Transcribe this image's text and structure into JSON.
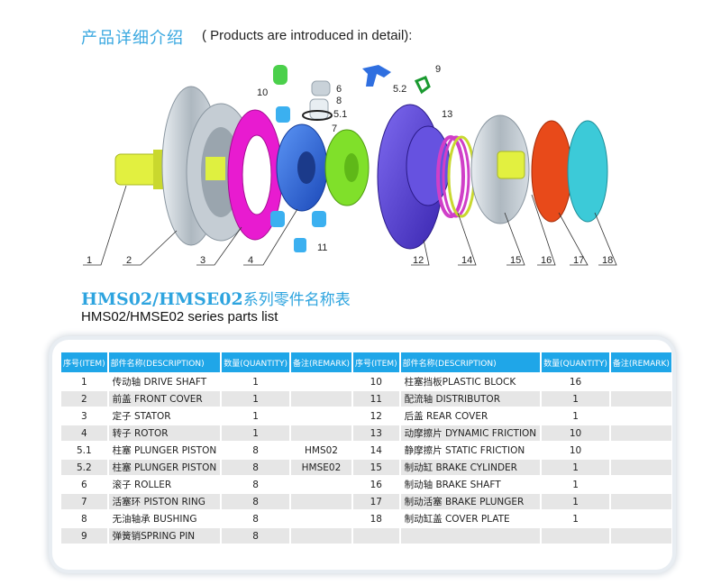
{
  "header": {
    "title_cn": "产品详细介绍",
    "title_en": "( Products are introduced in detail):"
  },
  "diagram": {
    "callouts": [
      "1",
      "2",
      "3",
      "4",
      "5.1",
      "5.2",
      "6",
      "7",
      "8",
      "9",
      "10",
      "11",
      "12",
      "13",
      "14",
      "15",
      "16",
      "17",
      "18"
    ],
    "colors": {
      "silver": "#b9c2c9",
      "magenta": "#e81bd0",
      "blue": "#2f6fe0",
      "green": "#7fe02a",
      "purple": "#5a44d8",
      "red": "#e84a1a",
      "teal": "#3ccad8",
      "yellow": "#d8f040"
    }
  },
  "series": {
    "title_en": "HMS02/HMSE02",
    "title_cn": "系列零件名称表",
    "subtitle": "HMS02/HMSE02 series parts list"
  },
  "table": {
    "headers": [
      "序号(ITEM)",
      "部件名称(DESCRIPTION)",
      "数量(QUANTITY)",
      "备注(REMARK)",
      "序号(ITEM)",
      "部件名称(DESCRIPTION)",
      "数量(QUANTITY)",
      "备注(REMARK)"
    ],
    "rows": [
      [
        "1",
        "传动轴 DRIVE SHAFT",
        "1",
        "",
        "10",
        "柱塞挡板PLASTIC BLOCK",
        "16",
        ""
      ],
      [
        "2",
        "前盖 FRONT COVER",
        "1",
        "",
        "11",
        "配流轴 DISTRIBUTOR",
        "1",
        ""
      ],
      [
        "3",
        "定子 STATOR",
        "1",
        "",
        "12",
        "后盖 REAR COVER",
        "1",
        ""
      ],
      [
        "4",
        "转子 ROTOR",
        "1",
        "",
        "13",
        "动摩擦片 DYNAMIC FRICTION",
        "10",
        ""
      ],
      [
        "5.1",
        "柱塞 PLUNGER PISTON",
        "8",
        "HMS02",
        "14",
        "静摩擦片 STATIC FRICTION",
        "10",
        ""
      ],
      [
        "5.2",
        "柱塞 PLUNGER PISTON",
        "8",
        "HMSE02",
        "15",
        "制动缸 BRAKE CYLINDER",
        "1",
        ""
      ],
      [
        "6",
        "滚子 ROLLER",
        "8",
        "",
        "16",
        "制动轴 BRAKE SHAFT",
        "1",
        ""
      ],
      [
        "7",
        "活塞环 PISTON RING",
        "8",
        "",
        "17",
        "制动活塞 BRAKE PLUNGER",
        "1",
        ""
      ],
      [
        "8",
        "无油轴承 BUSHING",
        "8",
        "",
        "18",
        "制动缸盖 COVER PLATE",
        "1",
        ""
      ],
      [
        "9",
        "弹簧销SPRING PIN",
        "8",
        "",
        "",
        "",
        "",
        ""
      ]
    ]
  }
}
